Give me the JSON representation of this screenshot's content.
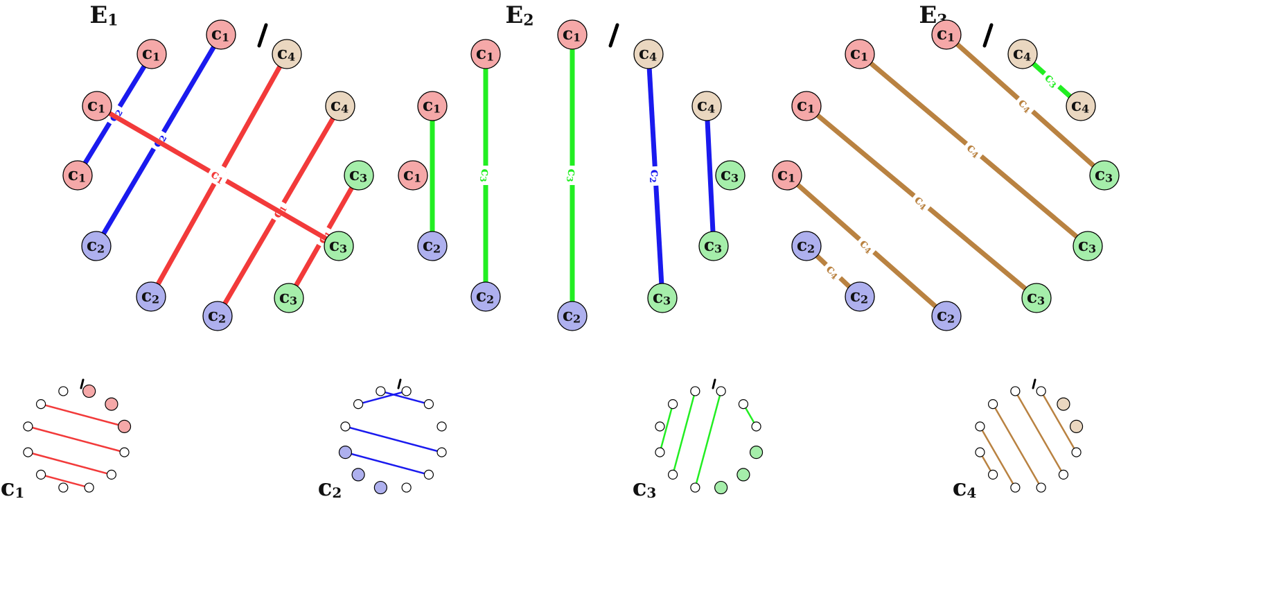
{
  "colors": {
    "c1": "#f5a8a8",
    "c2": "#aeb0ee",
    "c3": "#a5eeaa",
    "c4": "#ead7c0",
    "red": "#f23a3a",
    "blue": "#1a1aee",
    "green": "#22ee22",
    "brown": "#b98241"
  },
  "panels": [
    {
      "title": "E",
      "title_sub": "1",
      "nodes": [
        {
          "label": "c",
          "sub": "1",
          "color": "c1"
        },
        {
          "label": "c",
          "sub": "1",
          "color": "c1"
        },
        {
          "label": "c",
          "sub": "1",
          "color": "c1"
        },
        {
          "label": "c",
          "sub": "4",
          "color": "c4"
        },
        {
          "label": "c",
          "sub": "4",
          "color": "c4"
        },
        {
          "label": "c",
          "sub": "3",
          "color": "c3"
        },
        {
          "label": "c",
          "sub": "3",
          "color": "c3"
        },
        {
          "label": "c",
          "sub": "3",
          "color": "c3"
        },
        {
          "label": "c",
          "sub": "2",
          "color": "c2"
        },
        {
          "label": "c",
          "sub": "2",
          "color": "c2"
        },
        {
          "label": "c",
          "sub": "2",
          "color": "c2"
        },
        {
          "label": "c",
          "sub": "1",
          "color": "c1"
        }
      ],
      "edges": [
        {
          "a": 11,
          "b": 1,
          "color": "blue",
          "label": "c",
          "sub": "2"
        },
        {
          "a": 10,
          "b": 0,
          "color": "blue",
          "label": "c",
          "sub": "2"
        },
        {
          "a": 9,
          "b": 3,
          "color": "red",
          "label": "c",
          "sub": "1"
        },
        {
          "a": 8,
          "b": 4,
          "color": "red",
          "label": "c",
          "sub": "1"
        },
        {
          "a": 7,
          "b": 5,
          "color": "red",
          "label": "c",
          "sub": "1"
        },
        {
          "a": 6,
          "b": 2,
          "color": "red",
          "label": "c",
          "sub": "1"
        }
      ]
    },
    {
      "title": "E",
      "title_sub": "2",
      "nodes": [
        {
          "label": "c",
          "sub": "1",
          "color": "c1"
        },
        {
          "label": "c",
          "sub": "4",
          "color": "c4"
        },
        {
          "label": "c",
          "sub": "4",
          "color": "c4"
        },
        {
          "label": "c",
          "sub": "3",
          "color": "c3"
        },
        {
          "label": "c",
          "sub": "3",
          "color": "c3"
        },
        {
          "label": "c",
          "sub": "3",
          "color": "c3"
        },
        {
          "label": "c",
          "sub": "2",
          "color": "c2"
        },
        {
          "label": "c",
          "sub": "2",
          "color": "c2"
        },
        {
          "label": "c",
          "sub": "2",
          "color": "c2"
        },
        {
          "label": "c",
          "sub": "1",
          "color": "c1"
        },
        {
          "label": "c",
          "sub": "1",
          "color": "c1"
        },
        {
          "label": "c",
          "sub": "1",
          "color": "c1"
        }
      ],
      "edges": [
        {
          "a": 0,
          "b": 6,
          "color": "green",
          "label": "c",
          "sub": "3"
        },
        {
          "a": 11,
          "b": 7,
          "color": "green",
          "label": "c",
          "sub": "3"
        },
        {
          "a": 10,
          "b": 8,
          "color": "green",
          "label": "",
          "sub": ""
        },
        {
          "a": 1,
          "b": 5,
          "color": "blue",
          "label": "c",
          "sub": "2"
        },
        {
          "a": 2,
          "b": 4,
          "color": "blue",
          "label": "",
          "sub": ""
        }
      ]
    },
    {
      "title": "E",
      "title_sub": "3",
      "nodes": [
        {
          "label": "c",
          "sub": "1",
          "color": "c1"
        },
        {
          "label": "c",
          "sub": "4",
          "color": "c4"
        },
        {
          "label": "c",
          "sub": "4",
          "color": "c4"
        },
        {
          "label": "c",
          "sub": "3",
          "color": "c3"
        },
        {
          "label": "c",
          "sub": "3",
          "color": "c3"
        },
        {
          "label": "c",
          "sub": "3",
          "color": "c3"
        },
        {
          "label": "c",
          "sub": "2",
          "color": "c2"
        },
        {
          "label": "c",
          "sub": "2",
          "color": "c2"
        },
        {
          "label": "c",
          "sub": "2",
          "color": "c2"
        },
        {
          "label": "c",
          "sub": "1",
          "color": "c1"
        },
        {
          "label": "c",
          "sub": "1",
          "color": "c1"
        },
        {
          "label": "c",
          "sub": "1",
          "color": "c1"
        }
      ],
      "edges": [
        {
          "a": 1,
          "b": 2,
          "color": "green",
          "label": "c",
          "sub": "3"
        },
        {
          "a": 0,
          "b": 3,
          "color": "brown",
          "label": "c",
          "sub": "4"
        },
        {
          "a": 11,
          "b": 4,
          "color": "brown",
          "label": "c",
          "sub": "4"
        },
        {
          "a": 10,
          "b": 5,
          "color": "brown",
          "label": "c",
          "sub": "4"
        },
        {
          "a": 9,
          "b": 6,
          "color": "brown",
          "label": "c",
          "sub": "4"
        },
        {
          "a": 8,
          "b": 7,
          "color": "brown",
          "label": "c",
          "sub": "4"
        }
      ]
    }
  ],
  "minis": [
    {
      "title": "c",
      "title_sub": "1",
      "fills": [
        "c1",
        "c1",
        "c1",
        "",
        "",
        "",
        "",
        "",
        "",
        "",
        "",
        ""
      ],
      "edges": [
        {
          "a": 3,
          "b": 9,
          "color": "red"
        },
        {
          "a": 4,
          "b": 8,
          "color": "red"
        },
        {
          "a": 5,
          "b": 7,
          "color": "red"
        },
        {
          "a": 2,
          "b": 10,
          "color": "red"
        }
      ]
    },
    {
      "title": "c",
      "title_sub": "2",
      "fills": [
        "",
        "",
        "",
        "",
        "",
        "",
        "c2",
        "c2",
        "c2",
        "",
        "",
        ""
      ],
      "edges": [
        {
          "a": 11,
          "b": 1,
          "color": "blue"
        },
        {
          "a": 10,
          "b": 0,
          "color": "blue"
        },
        {
          "a": 3,
          "b": 9,
          "color": "blue"
        },
        {
          "a": 4,
          "b": 8,
          "color": "blue"
        }
      ]
    },
    {
      "title": "c",
      "title_sub": "3",
      "fills": [
        "",
        "",
        "",
        "c3",
        "c3",
        "c3",
        "",
        "",
        "",
        "",
        "",
        ""
      ],
      "edges": [
        {
          "a": 0,
          "b": 6,
          "color": "green"
        },
        {
          "a": 11,
          "b": 7,
          "color": "green"
        },
        {
          "a": 10,
          "b": 8,
          "color": "green"
        },
        {
          "a": 1,
          "b": 2,
          "color": "green"
        }
      ]
    },
    {
      "title": "c",
      "title_sub": "4",
      "fills": [
        "",
        "c4",
        "c4",
        "",
        "",
        "",
        "",
        "",
        "",
        "",
        "",
        ""
      ],
      "edges": [
        {
          "a": 0,
          "b": 3,
          "color": "brown"
        },
        {
          "a": 11,
          "b": 4,
          "color": "brown"
        },
        {
          "a": 10,
          "b": 5,
          "color": "brown"
        },
        {
          "a": 9,
          "b": 6,
          "color": "brown"
        },
        {
          "a": 8,
          "b": 7,
          "color": "brown"
        }
      ]
    }
  ]
}
